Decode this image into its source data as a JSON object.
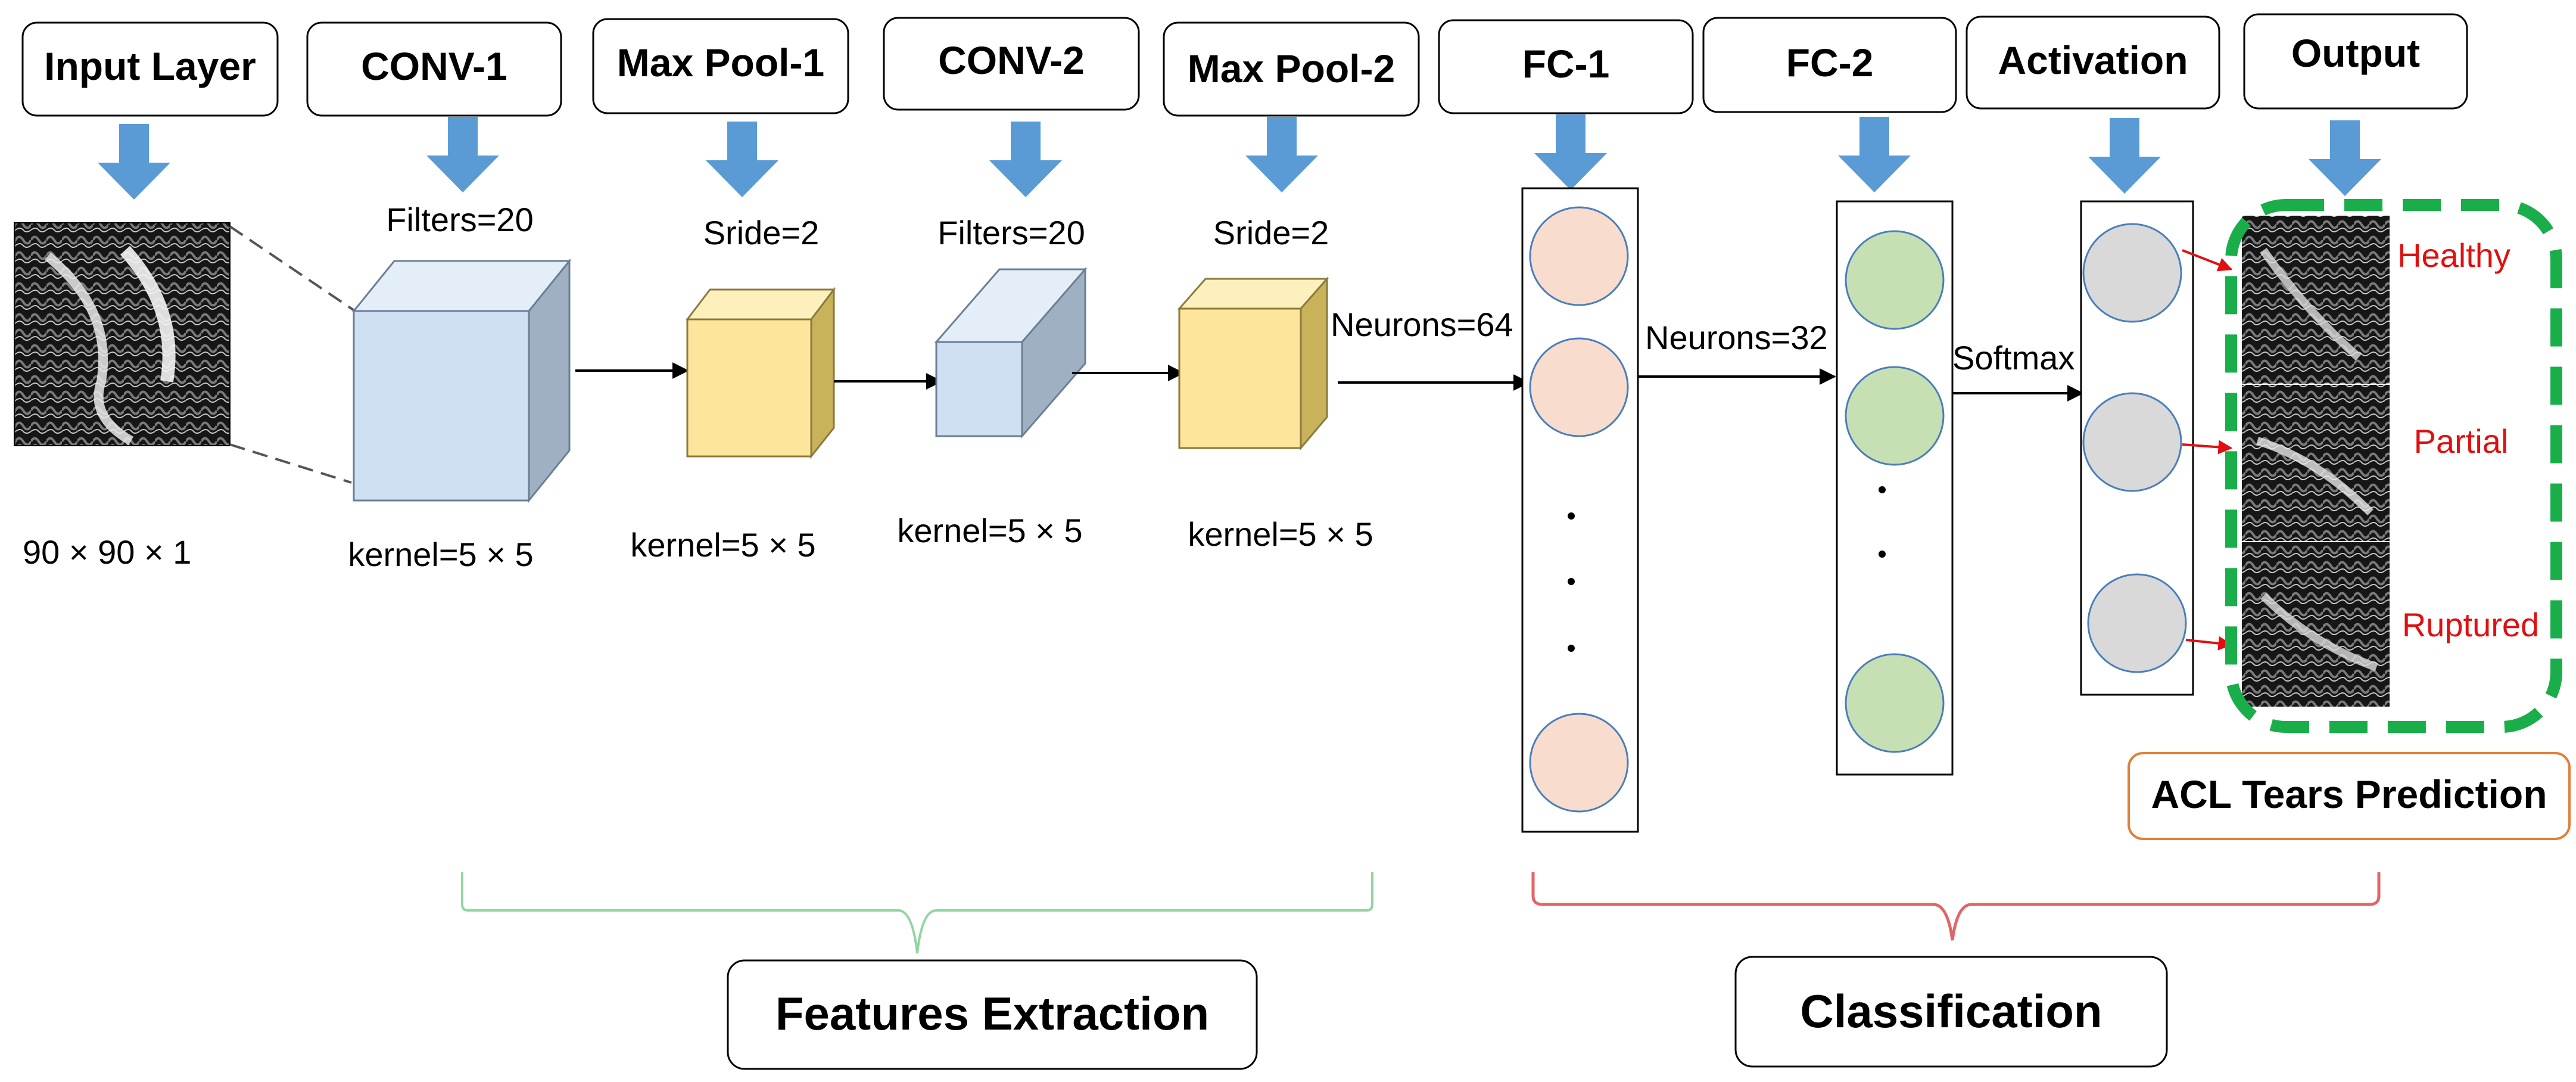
{
  "layers": {
    "input": "Input Layer",
    "conv1": "CONV-1",
    "maxpool1": "Max Pool-1",
    "conv2": "CONV-2",
    "maxpool2": "Max Pool-2",
    "fc1": "FC-1",
    "fc2": "FC-2",
    "activation": "Activation",
    "output": "Output"
  },
  "params": {
    "input_size": "90 × 90 × 1",
    "conv1_filters": "Filters=20",
    "conv1_kernel": "kernel=5 × 5",
    "pool1_stride": "Sride=2",
    "pool1_kernel": "kernel=5 × 5",
    "conv2_filters": "Filters=20",
    "conv2_kernel": "kernel=5 × 5",
    "pool2_stride": "Sride=2",
    "pool2_kernel": "kernel=5 × 5",
    "fc1_neurons": "Neurons=64",
    "fc2_neurons": "Neurons=32",
    "softmax": "Softmax"
  },
  "outputs": {
    "healthy": "Healthy",
    "partial": "Partial",
    "ruptured": "Ruptured"
  },
  "prediction_label": "ACL Tears Prediction",
  "groups": {
    "features": "Features Extraction",
    "classification": "Classification"
  },
  "colors": {
    "arrow_blue": "#5b9bd5",
    "conv_face": "#cfe0f3",
    "pool_face": "#fde59b",
    "fc1_node": "#f8dccd",
    "fc2_node": "#c6e0b4",
    "act_node": "#d9d9d9",
    "green_dashed": "#1aae4a",
    "bracket_green": "#8fd6a0",
    "bracket_red": "#e06666",
    "output_red": "#e01010",
    "prediction_border": "#e0803a"
  }
}
